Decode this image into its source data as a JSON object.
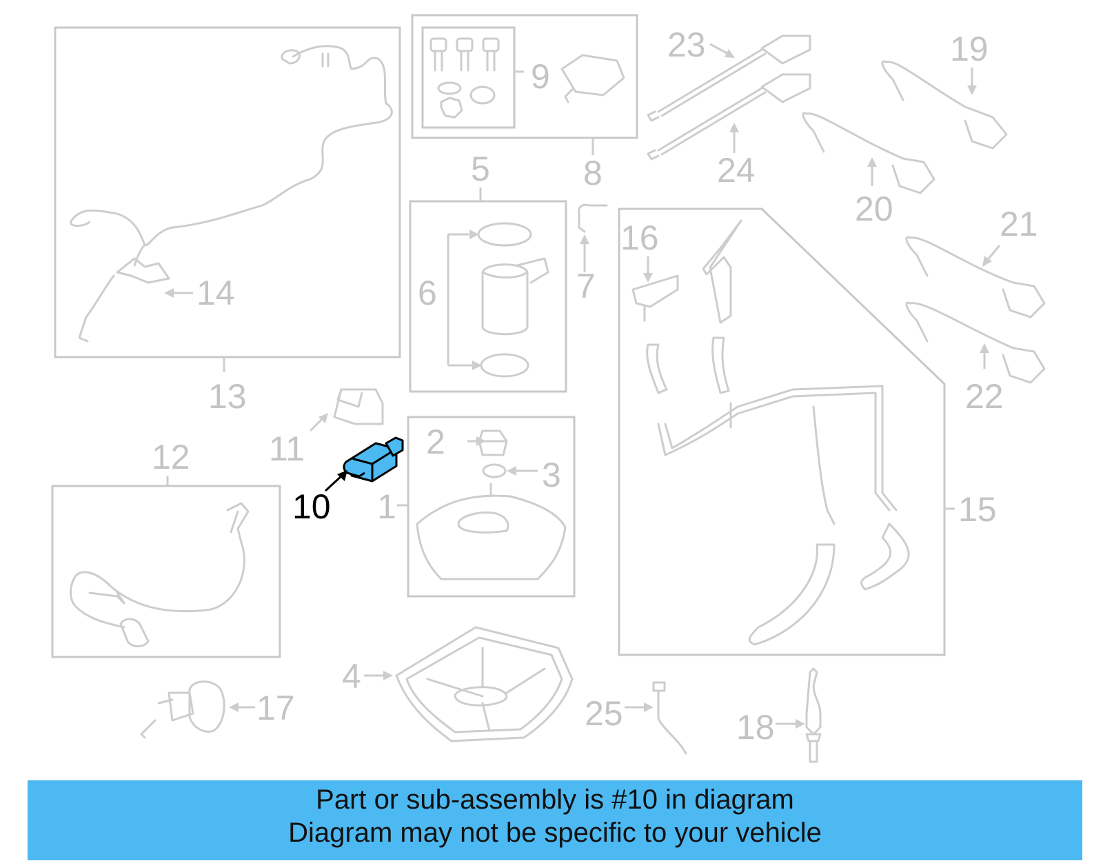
{
  "callouts": {
    "c1": "1",
    "c2": "2",
    "c3": "3",
    "c4": "4",
    "c5": "5",
    "c6": "6",
    "c7": "7",
    "c8": "8",
    "c9": "9",
    "c10": "10",
    "c11": "11",
    "c12": "12",
    "c13": "13",
    "c14": "14",
    "c15": "15",
    "c16": "16",
    "c17": "17",
    "c18": "18",
    "c19": "19",
    "c20": "20",
    "c21": "21",
    "c22": "22",
    "c23": "23",
    "c24": "24",
    "c25": "25"
  },
  "highlight": {
    "part": "10",
    "color": "#4db9f3"
  },
  "banner": {
    "line1": "Part or sub-assembly is #10 in diagram",
    "line2": "Diagram may not be specific to your vehicle",
    "background": "#4db9f3"
  }
}
